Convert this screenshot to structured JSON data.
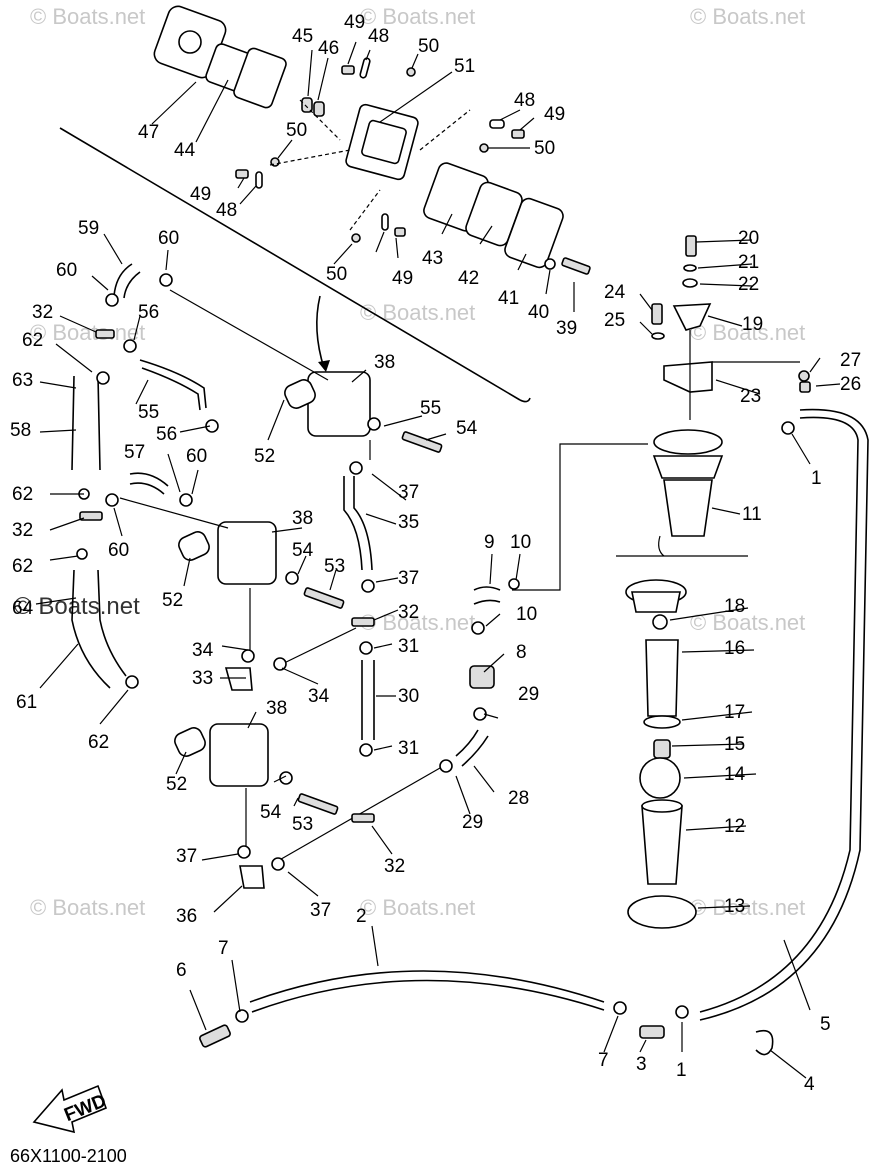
{
  "watermark": "© Boats.net",
  "diagram_code": "66X1100-2100",
  "fwd_label": "FWD",
  "callouts": {
    "c1a": "1",
    "c1b": "1",
    "c2": "2",
    "c3": "3",
    "c4": "4",
    "c5": "5",
    "c6": "6",
    "c7a": "7",
    "c7b": "7",
    "c8": "8",
    "c9": "9",
    "c10a": "10",
    "c10b": "10",
    "c11": "11",
    "c12": "12",
    "c13": "13",
    "c14": "14",
    "c15": "15",
    "c16": "16",
    "c17": "17",
    "c18": "18",
    "c19": "19",
    "c20": "20",
    "c21": "21",
    "c22": "22",
    "c23": "23",
    "c24": "24",
    "c25": "25",
    "c26": "26",
    "c27": "27",
    "c28": "28",
    "c29a": "29",
    "c29b": "29",
    "c30": "30",
    "c31a": "31",
    "c31b": "31",
    "c32a": "32",
    "c32b": "32",
    "c32c": "32",
    "c32d": "32",
    "c33": "33",
    "c34a": "34",
    "c34b": "34",
    "c35": "35",
    "c36": "36",
    "c37a": "37",
    "c37b": "37",
    "c37c": "37",
    "c37d": "37",
    "c38a": "38",
    "c38b": "38",
    "c38c": "38",
    "c39": "39",
    "c40": "40",
    "c41": "41",
    "c42": "42",
    "c43": "43",
    "c44": "44",
    "c45": "45",
    "c46": "46",
    "c47": "47",
    "c48a": "48",
    "c48b": "48",
    "c48c": "48",
    "c49a": "49",
    "c49b": "49",
    "c49c": "49",
    "c49d": "49",
    "c50a": "50",
    "c50b": "50",
    "c50c": "50",
    "c50d": "50",
    "c51": "51",
    "c52a": "52",
    "c52b": "52",
    "c52c": "52",
    "c53a": "53",
    "c53b": "53",
    "c54a": "54",
    "c54b": "54",
    "c54c": "54",
    "c55a": "55",
    "c55b": "55",
    "c56a": "56",
    "c56b": "56",
    "c57": "57",
    "c58": "58",
    "c59": "59",
    "c60a": "60",
    "c60b": "60",
    "c60c": "60",
    "c60d": "60",
    "c61": "61",
    "c62a": "62",
    "c62b": "62",
    "c62c": "62",
    "c62d": "62",
    "c63": "63",
    "c64": "64"
  }
}
